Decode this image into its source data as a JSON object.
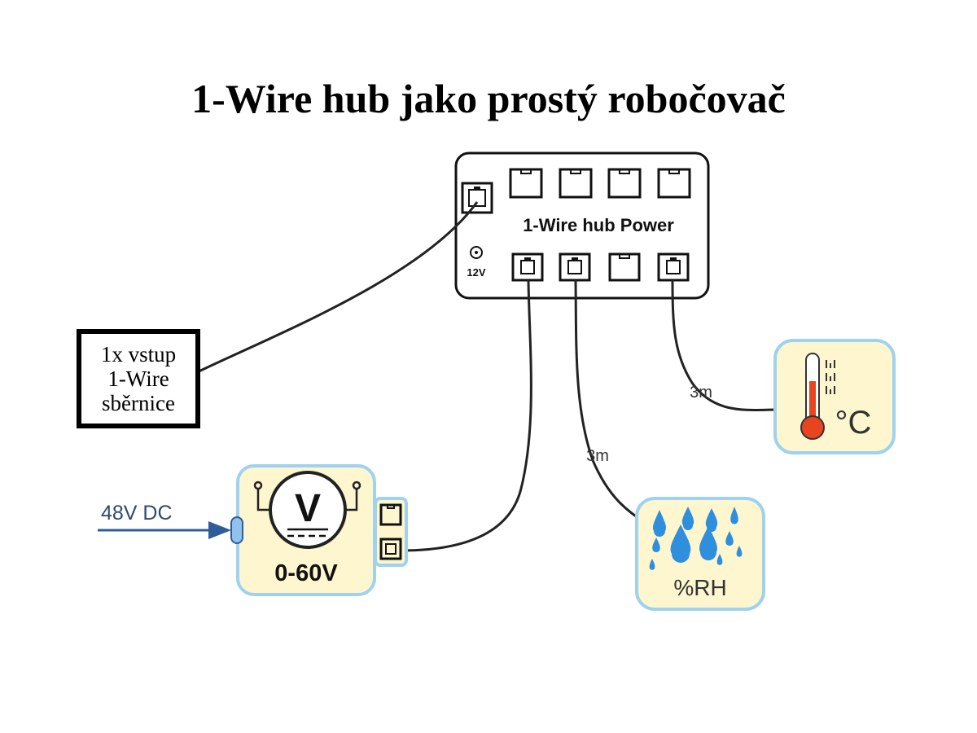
{
  "title": "1-Wire hub jako prostý robočovač",
  "hub": {
    "label": "1-Wire hub Power",
    "power_label": "12V"
  },
  "input_box": {
    "lines": [
      "1x vstup",
      "1-Wire",
      "sběrnice"
    ]
  },
  "voltmeter": {
    "symbol": "V",
    "range_label": "0-60V",
    "supply_label": "48V DC"
  },
  "humidity_sensor": {
    "label": "%RH"
  },
  "temperature_sensor": {
    "unit": "°C"
  },
  "cables": {
    "humidity_length": "3m",
    "temperature_length": "3m"
  },
  "colors": {
    "module_fill": "#fdf6cf",
    "module_border": "#9fd2f0",
    "supply_arrow": "#2f5d9a",
    "thermo_red": "#e8441f",
    "drop_blue": "#2e8fdc"
  }
}
